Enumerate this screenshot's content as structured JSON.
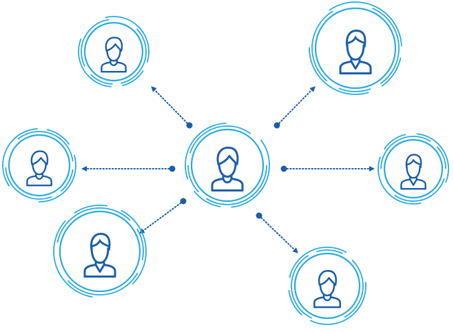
{
  "colors": {
    "ring": "#29abe2",
    "icon": "#1b5fa8",
    "connector": "#1b5fa8",
    "background": "#ffffff"
  },
  "nodes": [
    {
      "id": "center",
      "icon": "female-user-icon"
    },
    {
      "id": "top-left",
      "icon": "female-user-icon"
    },
    {
      "id": "top-right",
      "icon": "male-user-icon"
    },
    {
      "id": "left",
      "icon": "female-user-icon"
    },
    {
      "id": "right",
      "icon": "male-user-icon"
    },
    {
      "id": "bottom-left",
      "icon": "male-user-icon"
    },
    {
      "id": "bottom-right",
      "icon": "female-user-icon"
    }
  ]
}
